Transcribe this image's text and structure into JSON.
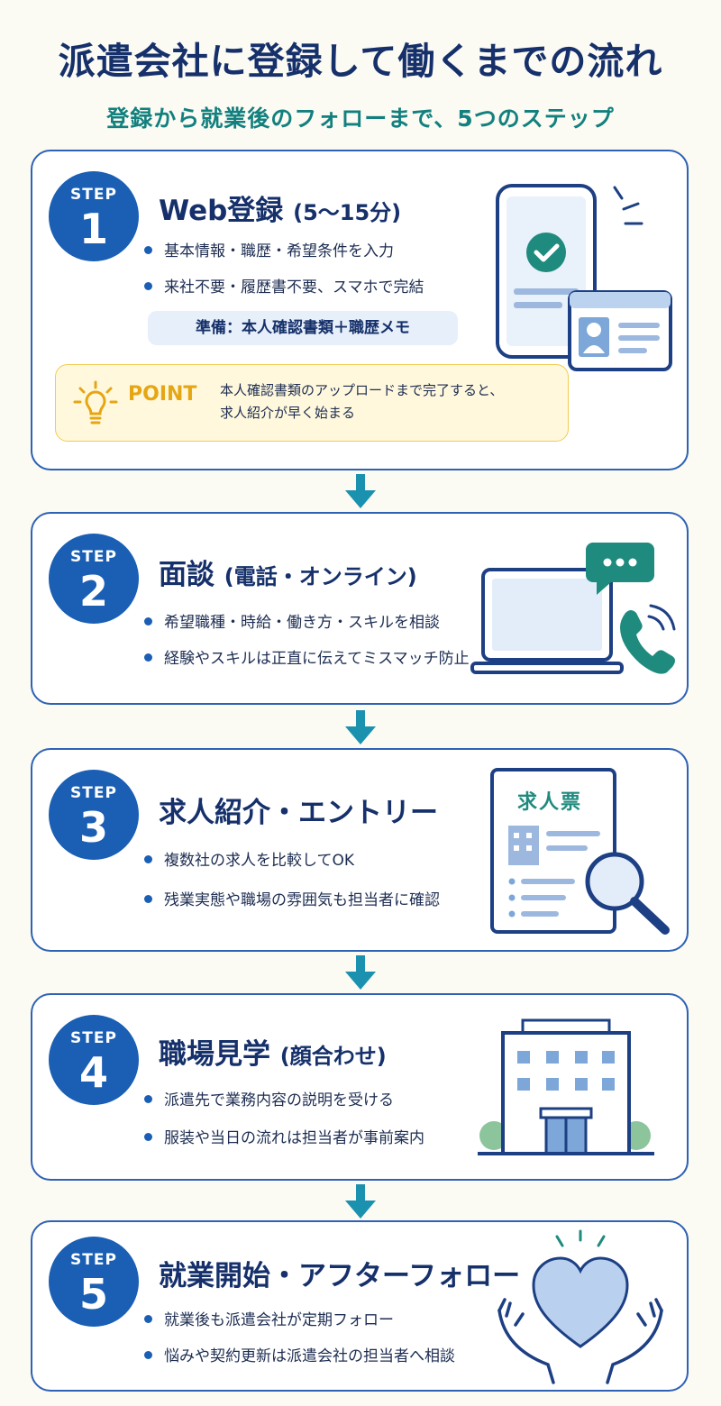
{
  "title": "派遣会社に登録して働くまでの流れ",
  "subtitle": "登録から就業後のフォローまで、5つのステップ",
  "step_label": "STEP",
  "steps": [
    {
      "number": "1",
      "heading": "Web登録",
      "heading_paren": "(5〜15分)",
      "bullets": [
        "基本情報・職歴・希望条件を入力",
        "来社不要・履歴書不要、スマホで完結"
      ],
      "prep": "準備：本人確認書類＋職歴メモ",
      "point_label": "POINT",
      "point_text": [
        "本人確認書類のアップロードまで完了すると、",
        "求人紹介が早く始まる"
      ]
    },
    {
      "number": "2",
      "heading": "面談",
      "heading_paren": "(電話・オンライン)",
      "bullets": [
        "希望職種・時給・働き方・スキルを相談",
        "経験やスキルは正直に伝えてミスマッチ防止"
      ]
    },
    {
      "number": "3",
      "heading": "求人紹介・エントリー",
      "heading_paren": "",
      "bullets": [
        "複数社の求人を比較してOK",
        "残業実態や職場の雰囲気も担当者に確認"
      ],
      "doc_label": "求人票"
    },
    {
      "number": "4",
      "heading": "職場見学",
      "heading_paren": "(顔合わせ)",
      "bullets": [
        "派遣先で業務内容の説明を受ける",
        "服装や当日の流れは担当者が事前案内"
      ]
    },
    {
      "number": "5",
      "heading": "就業開始・アフターフォロー",
      "heading_paren": "",
      "bullets": [
        "就業後も派遣会社が定期フォロー",
        "悩みや契約更新は派遣会社の担当者へ相談"
      ]
    }
  ],
  "icons": [
    "smartphone-check-icon",
    "id-card-icon",
    "lightbulb-icon",
    "laptop-icon",
    "chat-bubble-icon",
    "phone-icon",
    "job-document-icon",
    "magnifier-icon",
    "office-building-icon",
    "heart-hands-icon",
    "arrow-down-icon"
  ],
  "colors": {
    "primary": "#1a5fb4",
    "navy": "#15306a",
    "teal": "#12807e",
    "point_yellow": "#e6a614",
    "background": "#fbfaf3"
  }
}
